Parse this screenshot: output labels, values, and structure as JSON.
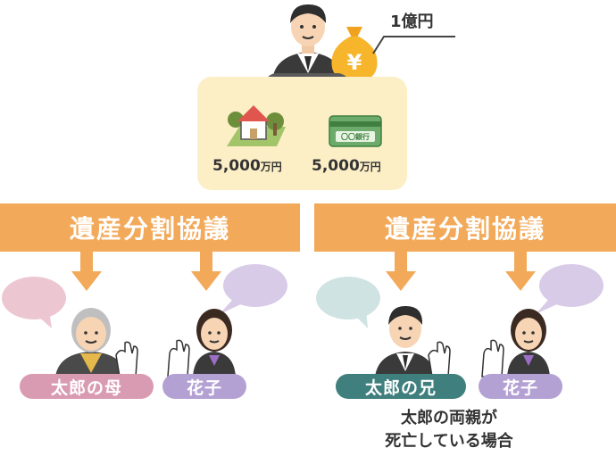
{
  "top": {
    "decedent": "太郎",
    "cash_amount": "1億円"
  },
  "assets": {
    "house_amount": "5,000",
    "house_unit": "万円",
    "bank_amount": "5,000",
    "bank_unit": "万円",
    "bank_label": "〇〇銀行"
  },
  "left": {
    "banner": "遺産分割協議",
    "person1": "太郎の母",
    "person2": "花子"
  },
  "right": {
    "banner": "遺産分割協議",
    "person1": "太郎の兄",
    "person2": "花子",
    "note_line1": "太郎の両親が",
    "note_line2": "死亡している場合"
  },
  "colors": {
    "orange": "#f3a95a",
    "dark_pill": "#5a5a5a",
    "pink_pill": "#d99bb1",
    "purple_pill": "#b3a1d4",
    "teal_pill": "#3f7f7d",
    "assets_bg": "#fcefc6"
  }
}
